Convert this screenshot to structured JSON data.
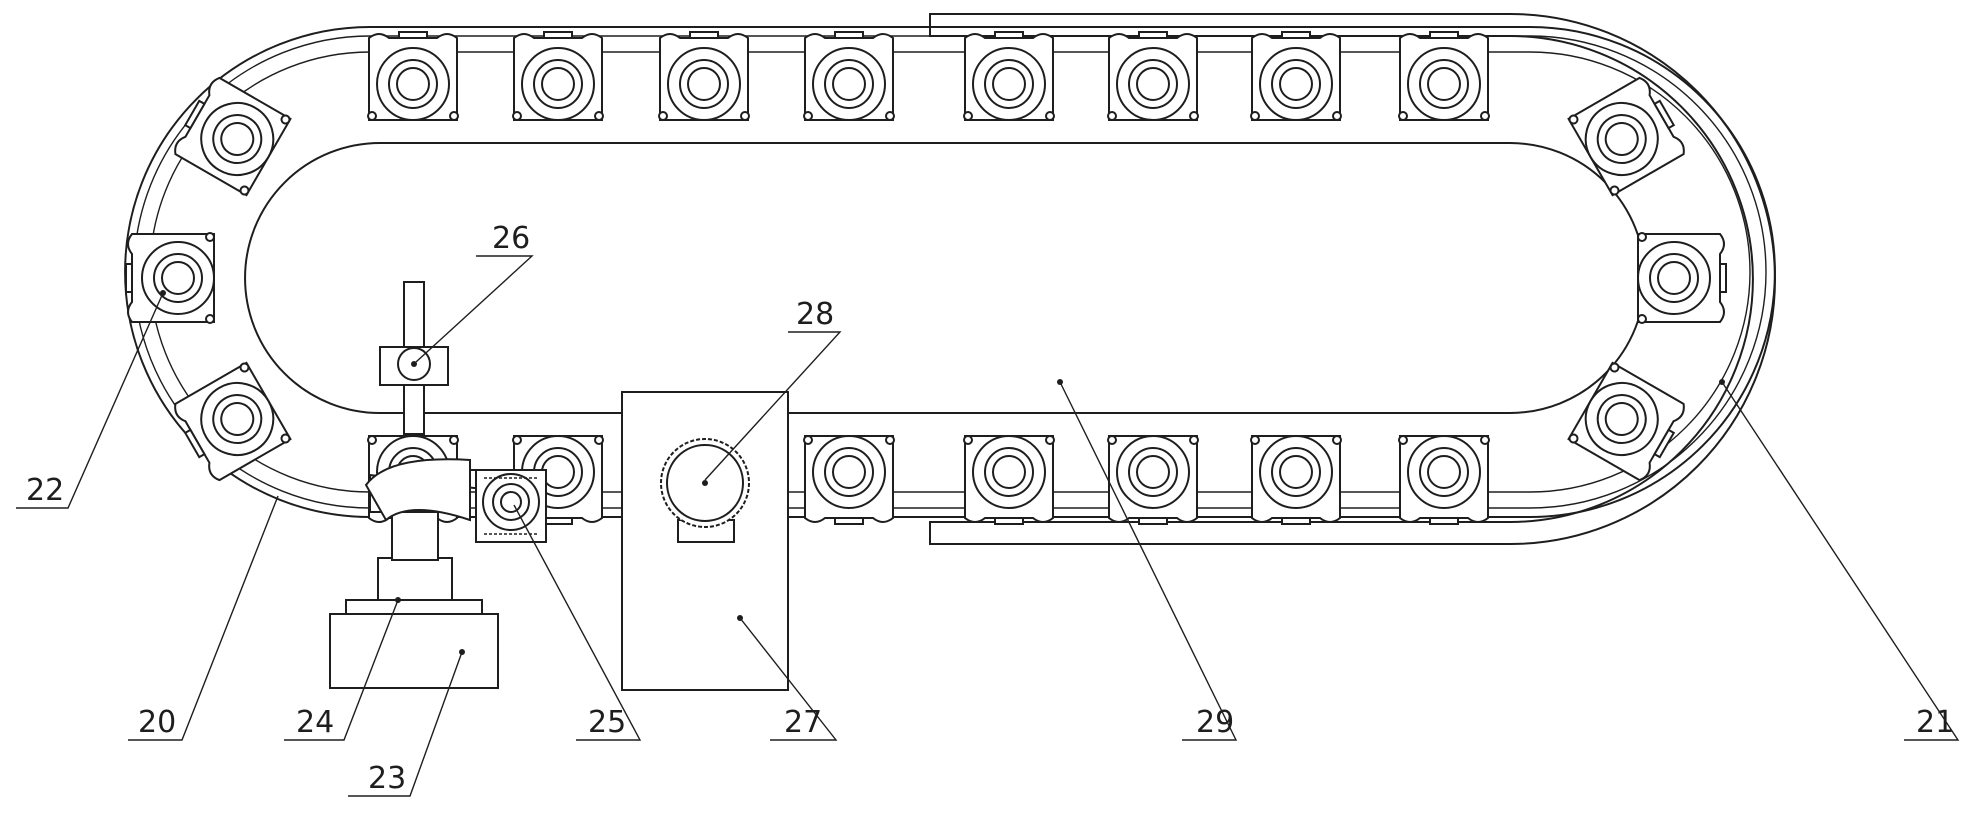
{
  "colors": {
    "line": "#1e1e1e",
    "background": "#ffffff"
  },
  "labels": {
    "l20": "20",
    "l21": "21",
    "l22": "22",
    "l23": "23",
    "l24": "24",
    "l25": "25",
    "l26": "26",
    "l27": "27",
    "l28": "28",
    "l29": "29"
  }
}
